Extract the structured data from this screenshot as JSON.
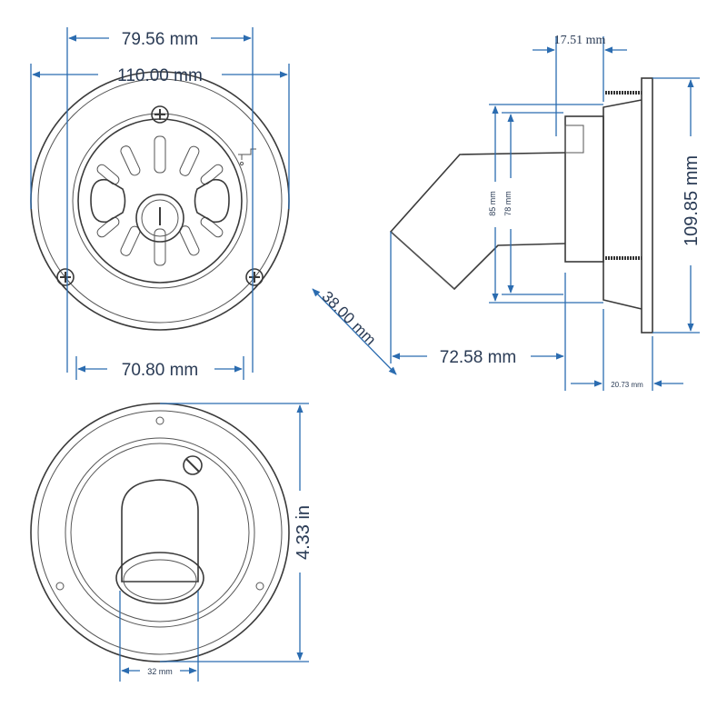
{
  "front_view": {
    "inner_diameter": "79.56 mm",
    "outer_diameter": "110.00 mm",
    "cavity_width": "70.80 mm"
  },
  "side_view": {
    "flange_thickness": "17.51 mm",
    "flange_height": "109.85 mm",
    "body_outer_height": "85 mm",
    "body_inner_height": "78 mm",
    "spout_diameter": "38.00 mm",
    "spout_reach": "72.58 mm",
    "depth": "20.73 mm"
  },
  "back_view": {
    "overall_height": "4.33 in",
    "outlet_diameter": "32 mm"
  },
  "colors": {
    "dimension": "#2b6cb0",
    "outline": "#3a3a3a"
  },
  "icons": [
    "screw-icon",
    "water-tap-icon"
  ]
}
